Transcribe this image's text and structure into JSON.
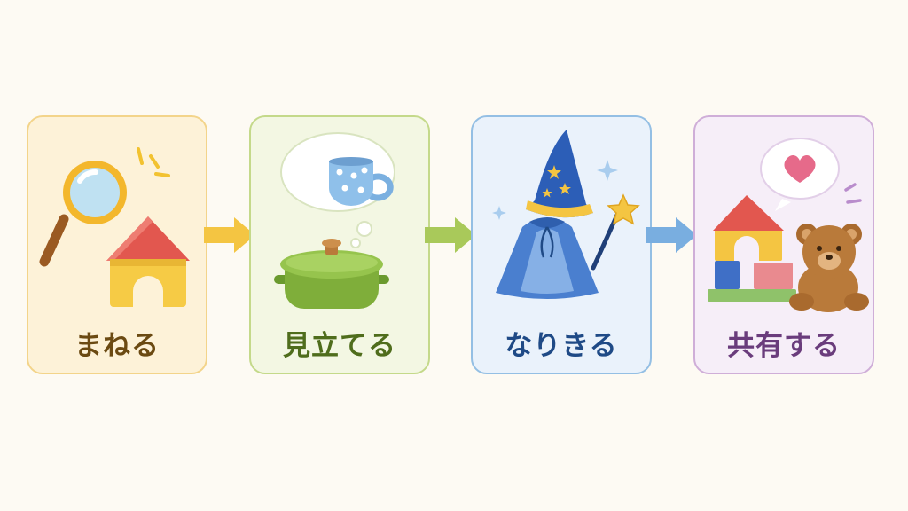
{
  "steps": [
    {
      "label": "まねる",
      "color": "#6b4a12",
      "accent": "#f3d48a",
      "icons": [
        "magnifying-glass-icon",
        "toy-house-block-icon",
        "sparkle-lines-icon"
      ]
    },
    {
      "label": "見立てる",
      "color": "#4f6d1c",
      "accent": "#c4d98a",
      "icons": [
        "thought-bubble-icon",
        "polka-dot-cup-icon",
        "green-pot-icon"
      ]
    },
    {
      "label": "なりきる",
      "color": "#1f4a86",
      "accent": "#94bfe4",
      "icons": [
        "wizard-hat-icon",
        "blue-cape-icon",
        "star-wand-icon",
        "twinkle-icon"
      ]
    },
    {
      "label": "共有する",
      "color": "#6a3c7c",
      "accent": "#cfaed8",
      "icons": [
        "heart-bubble-icon",
        "block-tower-icon",
        "teddy-bear-icon"
      ]
    }
  ],
  "arrows": [
    {
      "color": "#f4c542"
    },
    {
      "color": "#a9c95a"
    },
    {
      "color": "#79aee0"
    }
  ]
}
